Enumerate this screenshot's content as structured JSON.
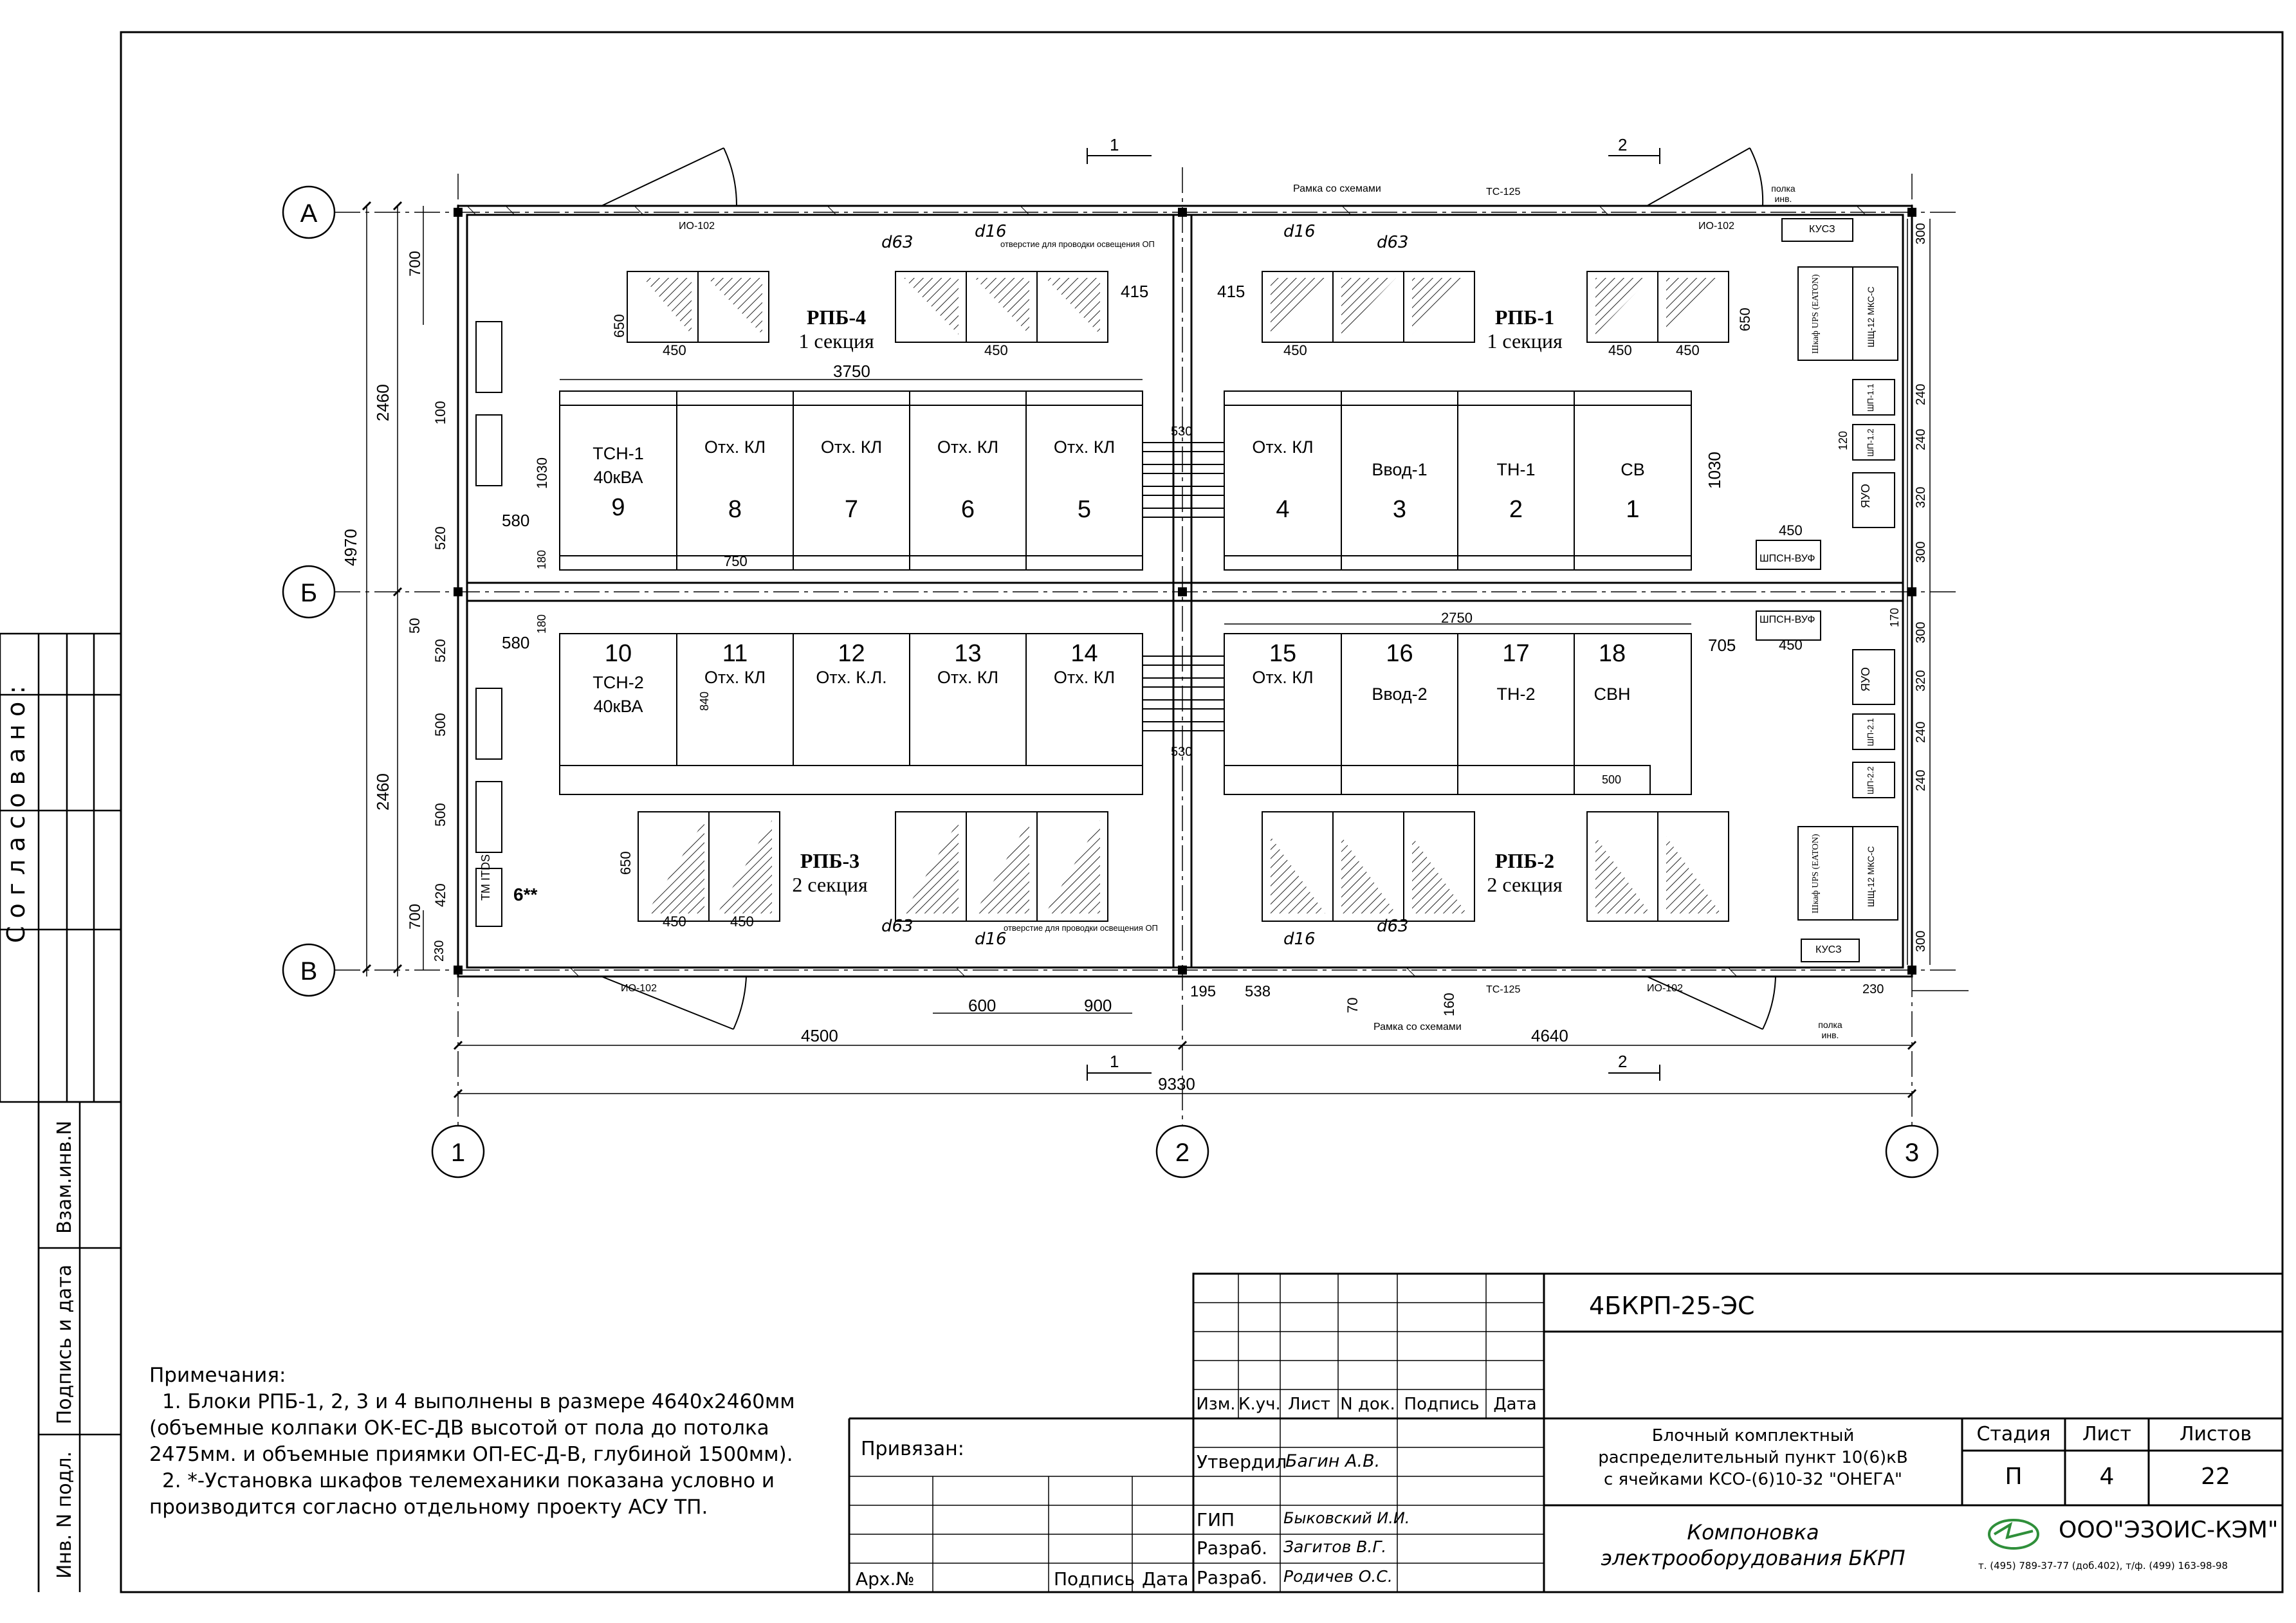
{
  "drawing": {
    "axes": {
      "rows": [
        "А",
        "Б",
        "В"
      ],
      "cols": [
        "1",
        "2",
        "3"
      ]
    },
    "rpb_labels": [
      {
        "name": "РПБ-4",
        "section": "1 секция"
      },
      {
        "name": "РПБ-1",
        "section": "1 секция"
      },
      {
        "name": "РПБ-3",
        "section": "2 секция"
      },
      {
        "name": "РПБ-2",
        "section": "2 секция"
      }
    ],
    "cells_top": [
      {
        "name": "ТСН-1",
        "sub": "40кВА",
        "num": "9"
      },
      {
        "name": "Отх. КЛ",
        "sub": "",
        "num": "8"
      },
      {
        "name": "Отх. КЛ",
        "sub": "",
        "num": "7"
      },
      {
        "name": "Отх. КЛ",
        "sub": "",
        "num": "6"
      },
      {
        "name": "Отх. КЛ",
        "sub": "",
        "num": "5"
      },
      {
        "name": "Отх. КЛ",
        "sub": "",
        "num": "4"
      },
      {
        "name": "Ввод-1",
        "sub": "",
        "num": "3"
      },
      {
        "name": "ТН-1",
        "sub": "",
        "num": "2"
      },
      {
        "name": "СВ",
        "sub": "",
        "num": "1"
      }
    ],
    "cells_bottom": [
      {
        "name": "ТСН-2",
        "sub": "40кВА",
        "num": "10"
      },
      {
        "name": "Отх. КЛ",
        "sub": "",
        "num": "11"
      },
      {
        "name": "Отх. К.Л.",
        "sub": "",
        "num": "12"
      },
      {
        "name": "Отх. КЛ",
        "sub": "",
        "num": "13"
      },
      {
        "name": "Отх. КЛ",
        "sub": "",
        "num": "14"
      },
      {
        "name": "Отх. КЛ",
        "sub": "",
        "num": "15"
      },
      {
        "name": "Ввод-2",
        "sub": "",
        "num": "16"
      },
      {
        "name": "ТН-2",
        "sub": "",
        "num": "17"
      },
      {
        "name": "СВН",
        "sub": "",
        "num": "18"
      }
    ],
    "dims": {
      "d9330": "9330",
      "d4500": "4500",
      "d4640": "4640",
      "d4970": "4970",
      "d2460a": "2460",
      "d2460b": "2460",
      "d3750": "3750",
      "d2750": "2750",
      "d1030a": "1030",
      "d1030b": "1030",
      "d840": "840",
      "d750": "750",
      "d530a": "530",
      "d530b": "530",
      "d415a": "415",
      "d415b": "415",
      "d580a": "580",
      "d580b": "580",
      "d705": "705",
      "d600a": "600",
      "d900": "900",
      "d195": "195",
      "d538": "538",
      "d70": "70",
      "d160": "160",
      "d230": "230",
      "d700a": "700",
      "d700b": "700",
      "d100": "100",
      "d520a": "520",
      "d520b": "520",
      "d180a": "180",
      "d180b": "180",
      "d50": "50",
      "d500a": "500",
      "d500b": "500",
      "d420": "420",
      "d650a": "650",
      "d650b": "650",
      "d650c": "650",
      "d450": "450",
      "d300": "300",
      "d240": "240",
      "d320": "320",
      "d500c": "500",
      "d120": "120",
      "d170": "170"
    },
    "labels": {
      "io102": "ИО-102",
      "ts125": "ТС-125",
      "ramka": "Рамка со схемами",
      "kusz": "КУСЗ",
      "shpsn": "ШПСН-ВУФ",
      "yauo": "ЯУО",
      "polka": "полка инв.",
      "d63": "d63",
      "d16": "d16",
      "otv": "отверстие для проводки освещения ОП",
      "tm": "ТМ ITDS",
      "six": "6**",
      "section1": "1",
      "section2": "2",
      "shu": "ШЩ-12 МКС-С",
      "ups": "Шкаф UPS (EATON)",
      "shp1": "ШП-1.1",
      "shp2": "ШП-1.2",
      "shp21": "ШП-2.1",
      "shp22": "ШП-2.2"
    }
  },
  "left_strip": {
    "agreed": "Согласовано:",
    "vzam": "Взам.инв.N",
    "podpis": "Подпись и дата",
    "inv": "Инв. N подл."
  },
  "notes": {
    "title": "Примечания:",
    "lines": [
      "1. Блоки РПБ-1, 2, 3 и 4 выполнены в размере  4640х2460мм",
      "(объемные колпаки ОК-ЕС-ДВ высотой от пола до потолка",
      "2475мм. и объемные приямки ОП-ЕС-Д-В, глубиной 1500мм).",
      "2. *-Установка шкафов телемеханики показана условно и",
      "производится согласно отдельному проекту АСУ ТП."
    ]
  },
  "title_block": {
    "doc_code": "4БКРП-25-ЭС",
    "header_cols": [
      "Изм.",
      "К.уч.",
      "Лист",
      "N док.",
      "Подпись",
      "Дата"
    ],
    "privyazan": "Привязан:",
    "arkh": "Арх.№",
    "podpis": "Подпись",
    "data": "Дата",
    "roles": [
      {
        "role": "Утвердил",
        "name": "Багин А.В."
      },
      {
        "role": "ГИП",
        "name": "Быковский И.И."
      },
      {
        "role": "Разраб.",
        "name": "Загитов В.Г."
      },
      {
        "role": "Разраб.",
        "name": "Родичев О.С."
      }
    ],
    "project_lines": [
      "Блочный комплектный",
      "распределительный пункт 10(6)кВ",
      "с ячейками КСО-(6)10-32 \"ОНЕГА\""
    ],
    "stage_label": "Стадия",
    "sheet_label": "Лист",
    "sheets_label": "Листов",
    "stage": "П",
    "sheet": "4",
    "sheets": "22",
    "drawing_title": [
      "Компоновка",
      "электрооборудования БКРП"
    ],
    "company": "ООО\"ЭЗОИС-КЭМ\"",
    "company_contacts": "т. (495) 789-37-77 (доб.402), т/ф. (499) 163-98-98"
  }
}
